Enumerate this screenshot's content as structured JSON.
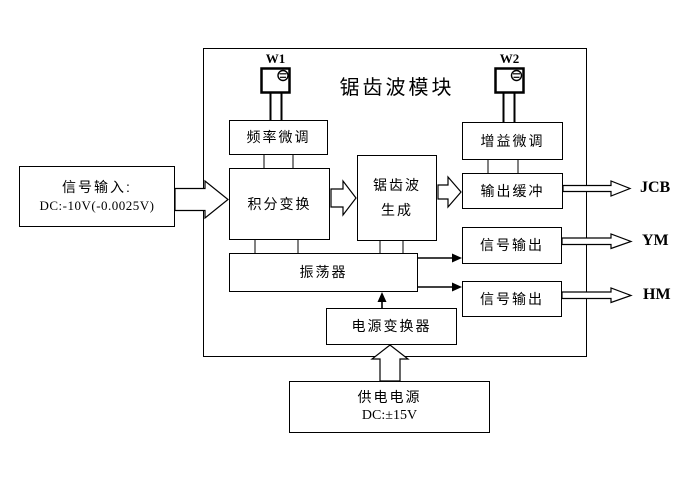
{
  "diagram": {
    "background": "#ffffff",
    "line_color": "#000000",
    "title": "锯齿波模块",
    "input_box": {
      "line1": "信号输入:",
      "line2": "DC:-10V(-0.0025V)"
    },
    "supply_box": {
      "line1": "供电电源",
      "line2": "DC:±15V"
    },
    "blocks": {
      "freq_trim": "频率微调",
      "integral_transform": "积分变换",
      "sawtooth_gen_line1": "锯齿波",
      "sawtooth_gen_line2": "生成",
      "gain_trim": "增益微调",
      "output_buffer": "输出缓冲",
      "signal_output_1": "信号输出",
      "signal_output_2": "信号输出",
      "oscillator": "振荡器",
      "power_converter": "电源变换器"
    },
    "pot_labels": {
      "w1": "W1",
      "w2": "W2"
    },
    "output_labels": {
      "jcb": "JCB",
      "ym": "YM",
      "hm": "HM"
    }
  }
}
